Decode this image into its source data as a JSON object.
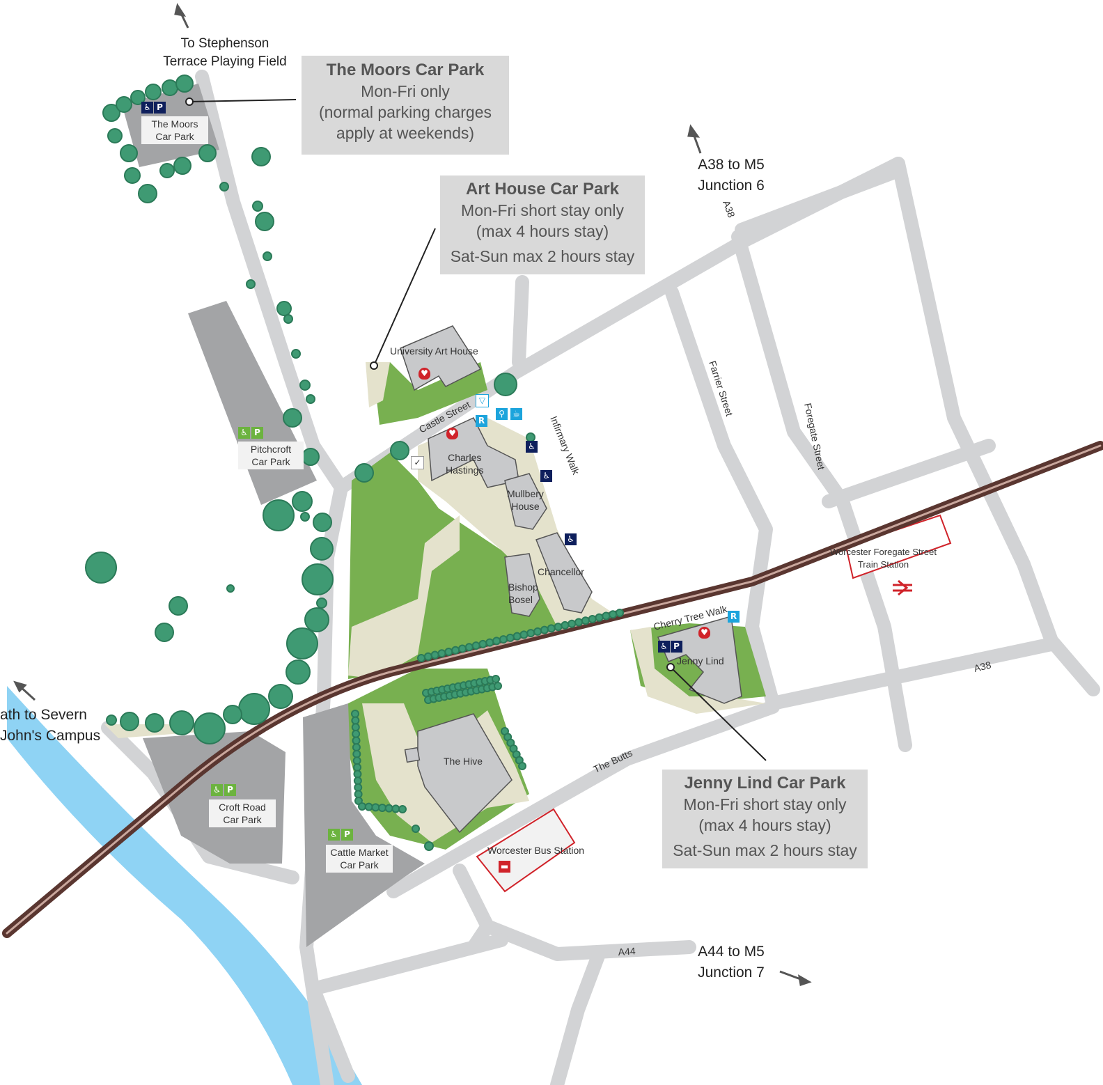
{
  "directions": {
    "stephenson": "To Stephenson\nTerrace Playing Field",
    "a38_m5": "A38 to M5\nJunction 6",
    "severn": "ath to Severn\nJohn's Campus",
    "a44_m5": "A44 to M5\nJunction 7"
  },
  "callouts": {
    "moors": {
      "title": "The Moors Car Park",
      "lines": [
        "Mon-Fri only",
        "(normal parking charges",
        "apply at weekends)"
      ]
    },
    "art_house": {
      "title": "Art House Car Park",
      "lines": [
        "Mon-Fri short stay only",
        "(max 4 hours stay)",
        "Sat-Sun max 2 hours stay"
      ]
    },
    "jenny_lind": {
      "title": "Jenny Lind Car Park",
      "lines": [
        "Mon-Fri short stay only",
        "(max 4 hours stay)",
        "Sat-Sun max 2 hours stay"
      ]
    }
  },
  "car_parks": {
    "moors": "The Moors\nCar Park",
    "pitchcroft": "Pitchcroft\nCar Park",
    "croft_road": "Croft Road\nCar Park",
    "cattle_market": "Cattle Market\nCar Park"
  },
  "buildings": {
    "art_house": "University Art House",
    "charles_hastings": "Charles\nHastings",
    "mulberry": "Mullbery\nHouse",
    "chancellor": "Chancellor",
    "bishop_bosel": "Bishop\nBosel",
    "jenny_lind": "Jenny Lind",
    "hive": "The Hive",
    "bus_station": "Worcester Bus Station",
    "train_station": "Worcester Foregate Street\nTrain Station"
  },
  "streets": {
    "castle": "Castle Street",
    "infirmary": "Infirmary Walk",
    "farrier": "Farrier Street",
    "foregate": "Foregate Street",
    "cherry_tree": "Cherry Tree Walk",
    "butts": "The Butts",
    "a38_top": "A38",
    "a38_right": "A38",
    "a44": "A44"
  },
  "icons": {
    "disabled": "disabled-icon",
    "parking": "parking-icon",
    "defibrillator": "defibrillator-icon",
    "reception": "reception-icon",
    "toilets": "toilets-icon",
    "bus": "bus-icon",
    "rail": "rail-icon"
  },
  "icon_text": {
    "parking": "P",
    "reception": "R"
  },
  "colors": {
    "road": "#d2d3d5",
    "green_space": "#78b050",
    "tree": "#3f9a73",
    "river": "#8fd3f4",
    "rail": "#5a3630",
    "building": "#c8c9cb",
    "car_park_area": "#a3a4a6",
    "path": "#e4e2cc",
    "callout_bg": "#d9d9d9",
    "accent_blue": "#0e1f5c",
    "accent_green": "#6cb33f",
    "accent_cyan": "#1ca4dc",
    "accent_red": "#d0232a"
  }
}
